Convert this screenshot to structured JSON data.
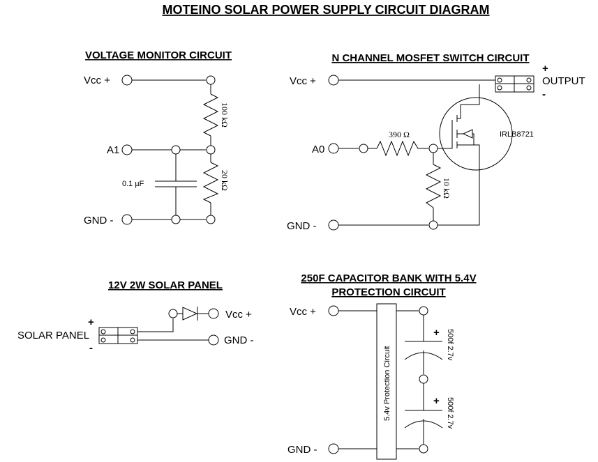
{
  "title": "MOTEINO SOLAR POWER SUPPLY CIRCUIT DIAGRAM",
  "voltage_monitor": {
    "title": "VOLTAGE MONITOR CIRCUIT",
    "vcc": "Vcc +",
    "a1": "A1",
    "gnd": "GND -",
    "r1": "100 kΩ",
    "r2": "20 kΩ",
    "cap": "0.1 µF"
  },
  "mosfet": {
    "title": "N CHANNEL MOSFET SWITCH CIRCUIT",
    "vcc": "Vcc +",
    "a0": "A0",
    "gnd": "GND -",
    "r_gate": "390 Ω",
    "r_pull": "10 kΩ",
    "transistor": "IRLB8721",
    "out_plus": "+",
    "output": "OUTPUT",
    "out_minus": "-"
  },
  "solar": {
    "title": "12V 2W SOLAR PANEL",
    "panel": "SOLAR PANEL",
    "plus": "+",
    "minus": "-",
    "vcc": "Vcc +",
    "gnd": "GND -"
  },
  "capbank": {
    "title_line1": "250F CAPACITOR BANK WITH 5.4V",
    "title_line2": "PROTECTION CIRCUIT",
    "vcc": "Vcc +",
    "gnd": "GND -",
    "protection": "5.4v Protection Circuit",
    "c1_plus": "+",
    "c1": "500f 2.7v",
    "c2_plus": "+",
    "c2": "500f 2.7v"
  }
}
